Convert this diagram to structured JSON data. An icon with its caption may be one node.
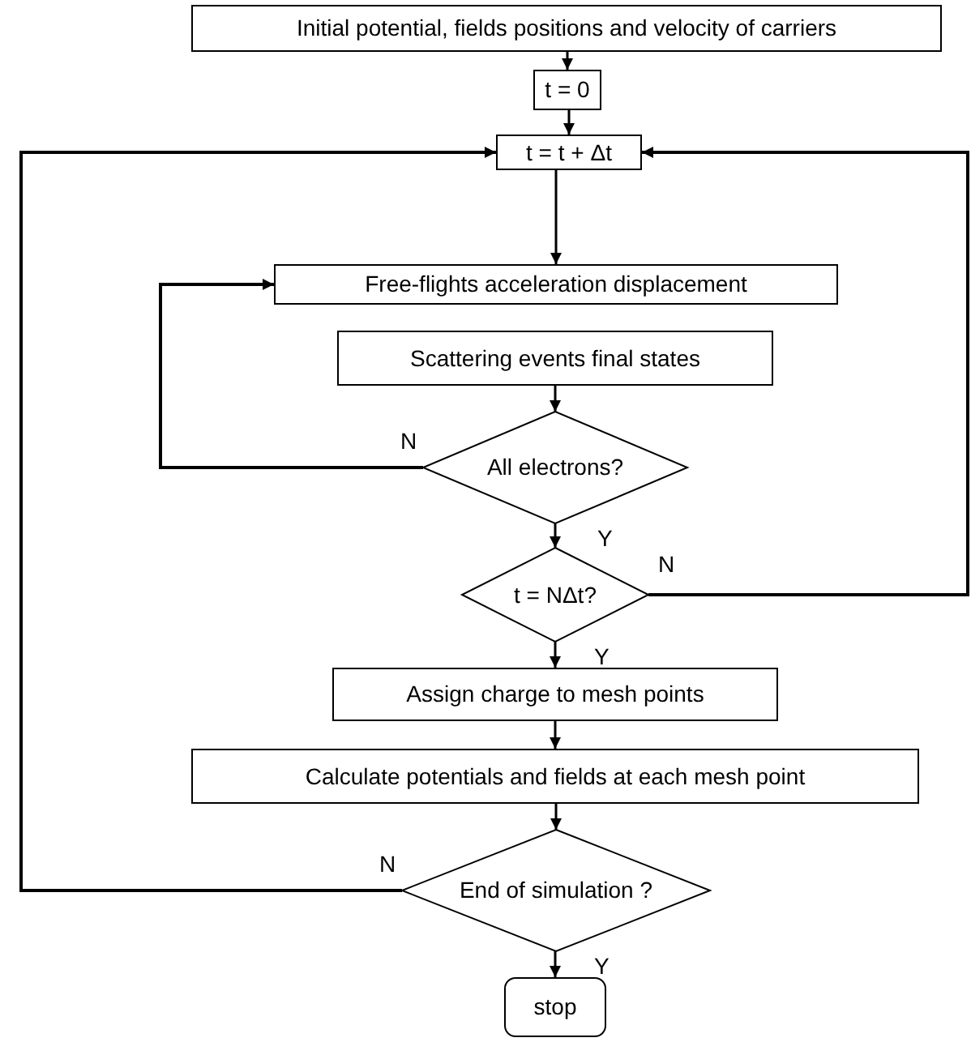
{
  "diagram": {
    "nodes": [
      {
        "text": [
          "Initial potential, fields positions and velocity of carriers"
        ]
      },
      {
        "text": [
          "t = 0"
        ]
      },
      {
        "text": [
          "t = t + Δt"
        ]
      },
      {
        "text": [
          "Free-flights acceleration displacement"
        ]
      },
      {
        "text": [
          "Scattering events final states"
        ]
      },
      {
        "text": [
          "All electrons?"
        ]
      },
      {
        "text": [
          "t = NΔt?"
        ]
      },
      {
        "text": [
          "Assign charge to mesh points"
        ]
      },
      {
        "text": [
          "Calculate potentials and fields at each mesh point"
        ]
      },
      {
        "text": [
          "End of simulation ?"
        ]
      },
      {
        "text": [
          "stop"
        ]
      }
    ],
    "edges": [
      {
        "from": 0,
        "to": 1,
        "arrow": "to"
      },
      {
        "from": 1,
        "to": 2,
        "arrow": "to"
      },
      {
        "from": 2,
        "to": 3,
        "arrow": "to"
      },
      {
        "from": 4,
        "to": 5,
        "arrow": "to"
      },
      {
        "from": 5,
        "to": 3,
        "arrow": "to",
        "label": "N"
      },
      {
        "from": 5,
        "to": 6,
        "arrow": "to",
        "label": "Y"
      },
      {
        "from": 6,
        "to": 2,
        "arrow": "to",
        "label": "N"
      },
      {
        "from": 6,
        "to": 7,
        "arrow": "to",
        "label": "Y"
      },
      {
        "from": 7,
        "to": 8,
        "arrow": "to"
      },
      {
        "from": 8,
        "to": 9,
        "arrow": "to"
      },
      {
        "from": 9,
        "to": 2,
        "arrow": "to",
        "label": "N"
      },
      {
        "from": 9,
        "to": 10,
        "arrow": "to",
        "label": "Y"
      }
    ]
  }
}
